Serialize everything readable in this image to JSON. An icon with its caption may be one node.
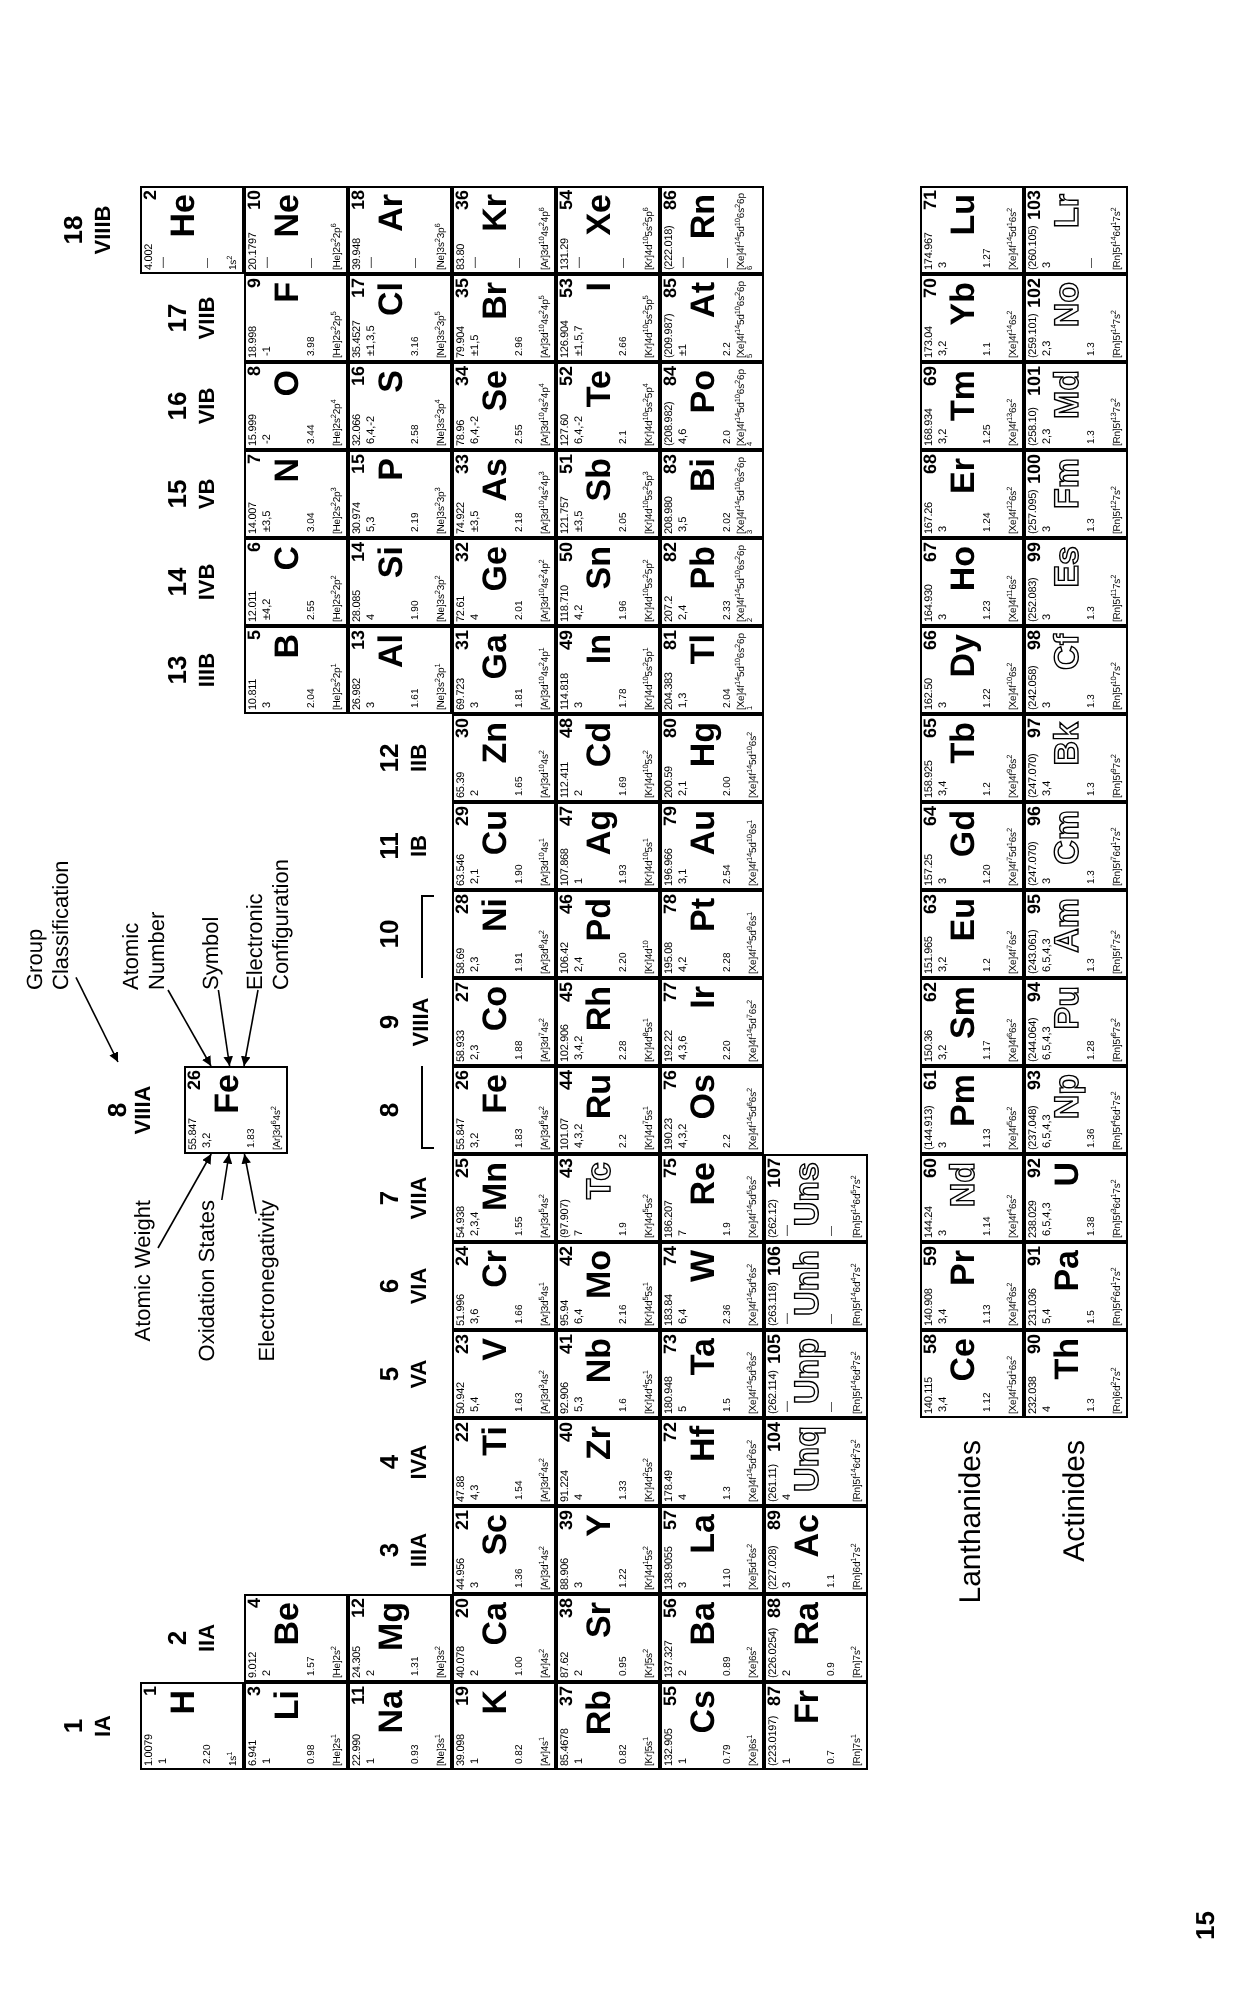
{
  "diagram": {
    "nodes": [
      {
        "text": [
          "1.0079",
          "1",
          "1",
          "2.20",
          "H",
          "1s$^{1}$"
        ]
      },
      {
        "text": [
          "4.002",
          "2",
          "—",
          "—",
          "He",
          "1s$^{2}$"
        ]
      },
      {
        "text": [
          "6.941",
          "3",
          "1",
          "0.98",
          "Li",
          "[He]2s$^{1}$"
        ]
      },
      {
        "text": [
          "9.012",
          "4",
          "2",
          "1.57",
          "Be",
          "[He]2s$^{2}$"
        ]
      },
      {
        "text": [
          "10.811",
          "5",
          "3",
          "2.04",
          "B",
          "[He]2s$^{2}$2p$^{1}$"
        ]
      },
      {
        "text": [
          "12.011",
          "6",
          "±4,2",
          "2.55",
          "C",
          "[He]2s$^{2}$2p$^{2}$"
        ]
      },
      {
        "text": [
          "14.007",
          "7",
          "±3,5",
          "3.04",
          "N",
          "[He]2s$^{2}$2p$^{3}$"
        ]
      },
      {
        "text": [
          "15.999",
          "8",
          "-2",
          "3.44",
          "O",
          "[He]2s$^{2}$2p$^{4}$"
        ]
      },
      {
        "text": [
          "18.998",
          "9",
          "-1",
          "3.98",
          "F",
          "[He]2s$^{2}$2p$^{5}$"
        ]
      },
      {
        "text": [
          "20.1797",
          "10",
          "—",
          "—",
          "Ne",
          "[He]2s$^{2}$2p$^{6}$"
        ]
      },
      {
        "text": [
          "22.990",
          "11",
          "1",
          "0.93",
          "Na",
          "[Ne]3s$^{1}$"
        ]
      },
      {
        "text": [
          "24.305",
          "12",
          "2",
          "1.31",
          "Mg",
          "[Ne]3s$^{2}$"
        ]
      },
      {
        "text": [
          "26.982",
          "13",
          "3",
          "1.61",
          "Al",
          "[Ne]3s$^{2}$3p$^{1}$"
        ]
      },
      {
        "text": [
          "28.085",
          "14",
          "4",
          "1.90",
          "Si",
          "[Ne]3s$^{2}$3p$^{2}$"
        ]
      },
      {
        "text": [
          "30.974",
          "15",
          "5,3",
          "2.19",
          "P",
          "[Ne]3s$^{2}$3p$^{3}$"
        ]
      },
      {
        "text": [
          "32.066",
          "16",
          "6,4,-2",
          "2.58",
          "S",
          "[Ne]3s$^{2}$3p$^{4}$"
        ]
      },
      {
        "text": [
          "35.4527",
          "17",
          "±1,3,5",
          "3.16",
          "Cl",
          "[Ne]3s$^{2}$3p$^{5}$"
        ]
      },
      {
        "text": [
          "39.948",
          "18",
          "—",
          "—",
          "Ar",
          "[Ne]3s$^{2}$3p$^{6}$"
        ]
      },
      {
        "text": [
          "39.098",
          "19",
          "1",
          "0.82",
          "K",
          "[Ar]4s$^{1}$"
        ]
      },
      {
        "text": [
          "40.078",
          "20",
          "2",
          "1.00",
          "Ca",
          "[Ar]4s$^{2}$"
        ]
      },
      {
        "text": [
          "44.956",
          "21",
          "3",
          "1.36",
          "Sc",
          "[Ar]3d$^{1}$4s$^{2}$"
        ]
      },
      {
        "text": [
          "47.88",
          "22",
          "4,3",
          "1.54",
          "Ti",
          "[Ar]3d$^{2}$4s$^{2}$"
        ]
      },
      {
        "text": [
          "50.942",
          "23",
          "5,4",
          "1.63",
          "V",
          "[Ar]3d$^{3}$4s$^{2}$"
        ]
      },
      {
        "text": [
          "51.996",
          "24",
          "3,6",
          "1.66",
          "Cr",
          "[Ar]3d$^{5}$4s$^{1}$"
        ]
      },
      {
        "text": [
          "54.938",
          "25",
          "2,3,4",
          "1.55",
          "Mn",
          "[Ar]3d$^{5}$4s$^{2}$"
        ]
      },
      {
        "text": [
          "55.847",
          "26",
          "3,2",
          "1.83",
          "Fe",
          "[Ar]3d$^{6}$4s$^{2}$"
        ]
      },
      {
        "text": [
          "58.933",
          "27",
          "2,3",
          "1.88",
          "Co",
          "[Ar]3d$^{7}$4s$^{2}$"
        ]
      },
      {
        "text": [
          "58.69",
          "28",
          "2,3",
          "1.91",
          "Ni",
          "[Ar]3d$^{8}$4s$^{2}$"
        ]
      },
      {
        "text": [
          "63.546",
          "29",
          "2,1",
          "1.90",
          "Cu",
          "[Ar]3d$^{10}$4s$^{1}$"
        ]
      },
      {
        "text": [
          "65.39",
          "30",
          "2",
          "1.65",
          "Zn",
          "[Ar]3d$^{10}$4s$^{2}$"
        ]
      },
      {
        "text": [
          "69.723",
          "31",
          "3",
          "1.81",
          "Ga",
          "[Ar]3d$^{10}$4s$^{2}$4p$^{1}$"
        ]
      },
      {
        "text": [
          "72.61",
          "32",
          "4",
          "2.01",
          "Ge",
          "[Ar]3d$^{10}$4s$^{2}$4p$^{2}$"
        ]
      },
      {
        "text": [
          "74.922",
          "33",
          "±3,5",
          "2.18",
          "As",
          "[Ar]3d$^{10}$4s$^{2}$4p$^{3}$"
        ]
      },
      {
        "text": [
          "78.96",
          "34",
          "6,4,-2",
          "2.55",
          "Se",
          "[Ar]3d$^{10}$4s$^{2}$4p$^{4}$"
        ]
      },
      {
        "text": [
          "79.904",
          "35",
          "±1,5",
          "2.96",
          "Br",
          "[Ar]3d$^{10}$4s$^{2}$4p$^{5}$"
        ]
      },
      {
        "text": [
          "83.80",
          "36",
          "—",
          "—",
          "Kr",
          "[Ar]3d$^{10}$4s$^{2}$4p$^{6}$"
        ]
      },
      {
        "text": [
          "85.4678",
          "37",
          "1",
          "0.82",
          "Rb",
          "[Kr]5s$^{1}$"
        ]
      },
      {
        "text": [
          "87.62",
          "38",
          "2",
          "0.95",
          "Sr",
          "[Kr]5s$^{2}$"
        ]
      },
      {
        "text": [
          "88.906",
          "39",
          "3",
          "1.22",
          "Y",
          "[Kr]4d$^{1}$5s$^{2}$"
        ]
      },
      {
        "text": [
          "91.224",
          "40",
          "4",
          "1.33",
          "Zr",
          "[Kr]4d$^{2}$5s$^{2}$"
        ]
      },
      {
        "text": [
          "92.906",
          "41",
          "5,3",
          "1.6",
          "Nb",
          "[Kr]4d$^{4}$5s$^{1}$"
        ]
      },
      {
        "text": [
          "95.94",
          "42",
          "6,4",
          "2.16",
          "Mo",
          "[Kr]4d$^{5}$5s$^{1}$"
        ]
      },
      {
        "text": [
          "(97.907)",
          "43",
          "7",
          "1.9",
          "Tc",
          "[Kr]4d$^{5}$5s$^{2}$"
        ]
      },
      {
        "text": [
          "101.07",
          "44",
          "4,3,2",
          "2.2",
          "Ru",
          "[Kr]4d$^{7}$5s$^{1}$"
        ]
      },
      {
        "text": [
          "102.906",
          "45",
          "3,4,2",
          "2.28",
          "Rh",
          "[Kr]4d$^{8}$5s$^{1}$"
        ]
      },
      {
        "text": [
          "106.42",
          "46",
          "2,4",
          "2.20",
          "Pd",
          "[Kr]4d$^{10}$"
        ]
      },
      {
        "text": [
          "107.868",
          "47",
          "1",
          "1.93",
          "Ag",
          "[Kr]4d$^{10}$5s$^{1}$"
        ]
      },
      {
        "text": [
          "112.411",
          "48",
          "2",
          "1.69",
          "Cd",
          "[Kr]4d$^{10}$5s$^{2}$"
        ]
      },
      {
        "text": [
          "114.818",
          "49",
          "3",
          "1.78",
          "In",
          "[Kr]4d$^{10}$5s$^{2}$5p$^{1}$"
        ]
      },
      {
        "text": [
          "118.710",
          "50",
          "4,2",
          "1.96",
          "Sn",
          "[Kr]4d$^{10}$5s$^{2}$5p$^{2}$"
        ]
      },
      {
        "text": [
          "121.757",
          "51",
          "±3,5",
          "2.05",
          "Sb",
          "[Kr]4d$^{10}$5s$^{2}$5p$^{3}$"
        ]
      },
      {
        "text": [
          "127.60",
          "52",
          "6,4,-2",
          "2.1",
          "Te",
          "[Kr]4d$^{10}$5s$^{2}$5p$^{4}$"
        ]
      },
      {
        "text": [
          "126.904",
          "53",
          "±1,5,7",
          "2.66",
          "I",
          "[Kr]4d$^{10}$5s$^{2}$5p$^{5}$"
        ]
      },
      {
        "text": [
          "131.29",
          "54",
          "—",
          "—",
          "Xe",
          "[Kr]4d$^{10}$5s$^{2}$5p$^{6}$"
        ]
      },
      {
        "text": [
          "132.905",
          "55",
          "1",
          "0.79",
          "Cs",
          "[Xe]6s$^{1}$"
        ]
      },
      {
        "text": [
          "137.327",
          "56",
          "2",
          "0.89",
          "Ba",
          "[Xe]6s$^{2}$"
        ]
      },
      {
        "text": [
          "138.9055",
          "57",
          "3",
          "1.10",
          "La",
          "[Xe]5d$^{1}$6s$^{2}$"
        ]
      },
      {
        "text": [
          "178.49",
          "72",
          "4",
          "1.3",
          "Hf",
          "[Xe]4f$^{14}$5d$^{2}$6s$^{2}$"
        ]
      },
      {
        "text": [
          "180.948",
          "73",
          "5",
          "1.5",
          "Ta",
          "[Xe]4f$^{14}$5d$^{3}$6s$^{2}$"
        ]
      },
      {
        "text": [
          "183.84",
          "74",
          "6,4",
          "2.36",
          "W",
          "[Xe]4f$^{14}$5d$^{4}$6s$^{2}$"
        ]
      },
      {
        "text": [
          "186.207",
          "75",
          "7",
          "1.9",
          "Re",
          "[Xe]4f$^{14}$5d$^{5}$6s$^{2}$"
        ]
      },
      {
        "text": [
          "190.23",
          "76",
          "4,3,2",
          "2.2",
          "Os",
          "[Xe]4f$^{14}$5d$^{6}$6s$^{2}$"
        ]
      },
      {
        "text": [
          "192.22",
          "77",
          "4,3,6",
          "2.20",
          "Ir",
          "[Xe]4f$^{14}$5d$^{7}$6s$^{2}$"
        ]
      },
      {
        "text": [
          "195.08",
          "78",
          "4,2",
          "2.28",
          "Pt",
          "[Xe]4f$^{14}$5d$^{9}$6s$^{1}$"
        ]
      },
      {
        "text": [
          "196.966",
          "79",
          "3,1",
          "2.54",
          "Au",
          "[Xe]4f$^{14}$5d$^{10}$6s$^{1}$"
        ]
      },
      {
        "text": [
          "200.59",
          "80",
          "2,1",
          "2.00",
          "Hg",
          "[Xe]4f$^{14}$5d$^{10}$6s$^{2}$"
        ]
      },
      {
        "text": [
          "204.383",
          "81",
          "1,3",
          "2.04",
          "Tl",
          "[Xe]4f$^{14}$5d$^{10}$6s$^{2}$6p$^{1}$"
        ]
      },
      {
        "text": [
          "207.2",
          "82",
          "2,4",
          "2.33",
          "Pb",
          "[Xe]4f$^{14}$5d$^{10}$6s$^{2}$6p$^{2}$"
        ]
      },
      {
        "text": [
          "208.980",
          "83",
          "3,5",
          "2.02",
          "Bi",
          "[Xe]4f$^{14}$5d$^{10}$6s$^{2}$6p$^{3}$"
        ]
      },
      {
        "text": [
          "(208.982)",
          "84",
          "4,6",
          "2.0",
          "Po",
          "[Xe]4f$^{14}$5d$^{10}$6s$^{2}$6p$^{4}$"
        ]
      },
      {
        "text": [
          "(209.987)",
          "85",
          "±1",
          "2.2",
          "At",
          "[Xe]4f$^{14}$5d$^{10}$6s$^{2}$6p$^{5}$"
        ]
      },
      {
        "text": [
          "(222.018)",
          "86",
          "—",
          "—",
          "Rn",
          "[Xe]4f$^{14}$5d$^{10}$6s$^{2}$6p$^{6}$"
        ]
      },
      {
        "text": [
          "(223.0197)",
          "87",
          "1",
          "0.7",
          "Fr",
          "[Rn]7s$^{1}$"
        ]
      },
      {
        "text": [
          "(226.0254)",
          "88",
          "2",
          "0.9",
          "Ra",
          "[Rn]7s$^{2}$"
        ]
      },
      {
        "text": [
          "(227.028)",
          "89",
          "3",
          "1.1",
          "Ac",
          "[Rn]6d$^{1}$7s$^{2}$"
        ]
      },
      {
        "text": [
          "(261.11)",
          "104",
          "4",
          "Unq",
          "[Rn]5f$^{14}$6d$^{2}$7s$^{2}$"
        ]
      },
      {
        "text": [
          "(262.114)",
          "105",
          "—",
          "—",
          "Unp",
          "[Rn]5f$^{14}$6d$^{3}$7s$^{2}$"
        ]
      },
      {
        "text": [
          "(263.118)",
          "106",
          "—",
          "—",
          "Unh",
          "[Rn]5f$^{14}$6d$^{4}$7s$^{2}$"
        ]
      },
      {
        "text": [
          "(262.12)",
          "107",
          "—",
          "—",
          "Uns",
          "[Rn]5f$^{14}$6d$^{5}$7s$^{2}$"
        ]
      },
      {
        "text": [
          "140.115",
          "58",
          "3,4",
          "1.12",
          "Ce",
          "[Xe]4f$^{1}$5d$^{1}$6s$^{2}$"
        ]
      },
      {
        "text": [
          "140.908",
          "59",
          "3,4",
          "1.13",
          "Pr",
          "[Xe]4f$^{3}$6s$^{2}$"
        ]
      },
      {
        "text": [
          "144.24",
          "60",
          "3",
          "1.14",
          "Nd",
          "[Xe]4f$^{4}$6s$^{2}$"
        ]
      },
      {
        "text": [
          "(144.913)",
          "61",
          "3",
          "1.13",
          "Pm",
          "[Xe]4f$^{5}$6s$^{2}$"
        ]
      },
      {
        "text": [
          "150.36",
          "62",
          "3,2",
          "1.17",
          "Sm",
          "[Xe]4f$^{6}$6s$^{2}$"
        ]
      },
      {
        "text": [
          "151.965",
          "63",
          "3,2",
          "1.2",
          "Eu",
          "[Xe]4f$^{7}$6s$^{2}$"
        ]
      },
      {
        "text": [
          "157.25",
          "64",
          "3",
          "1.20",
          "Gd",
          "[Xe]4f$^{7}$5d$^{1}$6s$^{2}$"
        ]
      },
      {
        "text": [
          "158.925",
          "65",
          "3,4",
          "1.2",
          "Tb",
          "[Xe]4f$^{9}$6s$^{2}$"
        ]
      },
      {
        "text": [
          "162.50",
          "66",
          "3",
          "1.22",
          "Dy",
          "[Xe]4f$^{10}$6s$^{2}$"
        ]
      },
      {
        "text": [
          "164.930",
          "67",
          "3",
          "1.23",
          "Ho",
          "[Xe]4f$^{11}$6s$^{2}$"
        ]
      },
      {
        "text": [
          "167.26",
          "68",
          "3",
          "1.24",
          "Er",
          "[Xe]4f$^{12}$6s$^{2}$"
        ]
      },
      {
        "text": [
          "168.934",
          "69",
          "3,2",
          "1.25",
          "Tm",
          "[Xe]4f$^{13}$6s$^{2}$"
        ]
      },
      {
        "text": [
          "173.04",
          "70",
          "3,2",
          "1.1",
          "Yb",
          "[Xe]4f$^{14}$6s$^{2}$"
        ]
      },
      {
        "text": [
          "174.967",
          "71",
          "3",
          "1.27",
          "Lu",
          "[Xe]4f$^{14}$5d$^{1}$6s$^{2}$"
        ]
      },
      {
        "text": [
          "232.038",
          "90",
          "4",
          "1.3",
          "Th",
          "[Rn]6d$^{2}$7s$^{2}$"
        ]
      },
      {
        "text": [
          "231.036",
          "91",
          "5,4",
          "1.5",
          "Pa",
          "[Rn]5f$^{2}$6d$^{1}$7s$^{2}$"
        ]
      },
      {
        "text": [
          "238.029",
          "92",
          "6,5,4,3",
          "1.38",
          "U",
          "[Rn]5f$^{3}$6d$^{1}$7s$^{2}$"
        ]
      },
      {
        "text": [
          "(237.048)",
          "93",
          "6,5,4,3",
          "1.36",
          "Np",
          "[Rn]5f$^{4}$6d$^{1}$7s$^{2}$"
        ]
      },
      {
        "text": [
          "(244.064)",
          "94",
          "6,5,4,3",
          "1.28",
          "Pu",
          "[Rn]5f$^{6}$7s$^{2}$"
        ]
      },
      {
        "text": [
          "(243.061)",
          "95",
          "6,5,4,3",
          "1.3",
          "Am",
          "[Rn]5f$^{7}$7s$^{2}$"
        ]
      },
      {
        "text": [
          "(247.070)",
          "96",
          "3",
          "1.3",
          "Cm",
          "[Rn]5f$^{7}$6d$^{1}$7s$^{2}$"
        ]
      },
      {
        "text": [
          "(247.070)",
          "97",
          "3,4",
          "1.3",
          "Bk",
          "[Rn]5f$^{9}$7s$^{2}$"
        ]
      },
      {
        "text": [
          "(242.058)",
          "98",
          "3",
          "1.3",
          "Cf",
          "[Rn]5f$^{10}$7s$^{2}$"
        ]
      },
      {
        "text": [
          "(252.083)",
          "99",
          "3",
          "1.3",
          "Es",
          "[Rn]5f$^{11}$7s$^{2}$"
        ]
      },
      {
        "text": [
          "(257.095)",
          "100",
          "3",
          "1.3",
          "Fm",
          "[Rn]5f$^{12}$7s$^{2}$"
        ]
      },
      {
        "text": [
          "(258.10)",
          "101",
          "2,3",
          "1.3",
          "Md",
          "[Rn]5f$^{13}$7s$^{2}$"
        ]
      },
      {
        "text": [
          "(259.101)",
          "102",
          "2,3",
          "1.3",
          "No",
          "[Rn]5f$^{14}$7s$^{2}$"
        ]
      },
      {
        "text": [
          "(260.105)",
          "103",
          "3",
          "—",
          "Lr",
          "[Rn]5f$^{14}$6d$^{1}$7s$^{2}$"
        ]
      },
      {
        "text": [
          "8",
          "VIIIA"
        ]
      },
      {
        "text": [
          "55.847",
          "26",
          "3,2",
          "1.83",
          "Fe",
          "[Ar]3d$^{6}$4s$^{2}$"
        ]
      },
      {
        "text": [
          "Group Classification"
        ]
      },
      {
        "text": [
          "Atomic Number"
        ]
      },
      {
        "text": [
          "Symbol"
        ]
      },
      {
        "text": [
          "Electronic Configuration"
        ]
      },
      {
        "text": [
          "Atomic Weight"
        ]
      },
      {
        "text": [
          "Oxidation States"
        ]
      },
      {
        "text": [
          "Electronegativity"
        ]
      }
    ],
    "edges": [
      {
        "from": 109,
        "to": 107,
        "arrow": "to"
      },
      {
        "from": 110,
        "to": 108,
        "arrow": "to"
      },
      {
        "from": 111,
        "to": 108,
        "arrow": "to"
      },
      {
        "from": 112,
        "to": 108,
        "arrow": "to"
      },
      {
        "from": 113,
        "to": 108,
        "arrow": "to"
      },
      {
        "from": 114,
        "to": 108,
        "arrow": "to"
      },
      {
        "from": 115,
        "to": 108,
        "arrow": "to"
      }
    ],
    "labels": [
      "1",
      "IA",
      "18",
      "VIIIB",
      "2",
      "IIA",
      "13",
      "IIIB",
      "14",
      "IVB",
      "15",
      "VB",
      "16",
      "VIB",
      "17",
      "VIIB",
      "3",
      "IIIA",
      "4",
      "IVA",
      "5",
      "VA",
      "6",
      "VIA",
      "7",
      "VIIA",
      "8",
      "9",
      "10",
      "VIIIA",
      "11",
      "IB",
      "12",
      "IIB",
      "Lanthanides",
      "Actinides",
      "15"
    ]
  }
}
